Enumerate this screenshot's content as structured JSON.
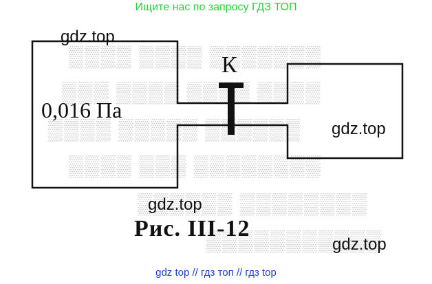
{
  "banner_top": "Ищите нас по запросу ГДЗ ТОП",
  "banner_bottom": "gdz top // гдз топ // гдз top",
  "watermarks": [
    "gdz.top",
    "gdz.top",
    "gdz.top",
    "gdz.top"
  ],
  "figure": {
    "pressure_label": "0,016 Па",
    "valve_label": "К",
    "caption": "Рис. III-12"
  },
  "colors": {
    "banner_top": "#2ecc40",
    "banner_bottom": "#1a3fd0",
    "lines": "#111111"
  }
}
